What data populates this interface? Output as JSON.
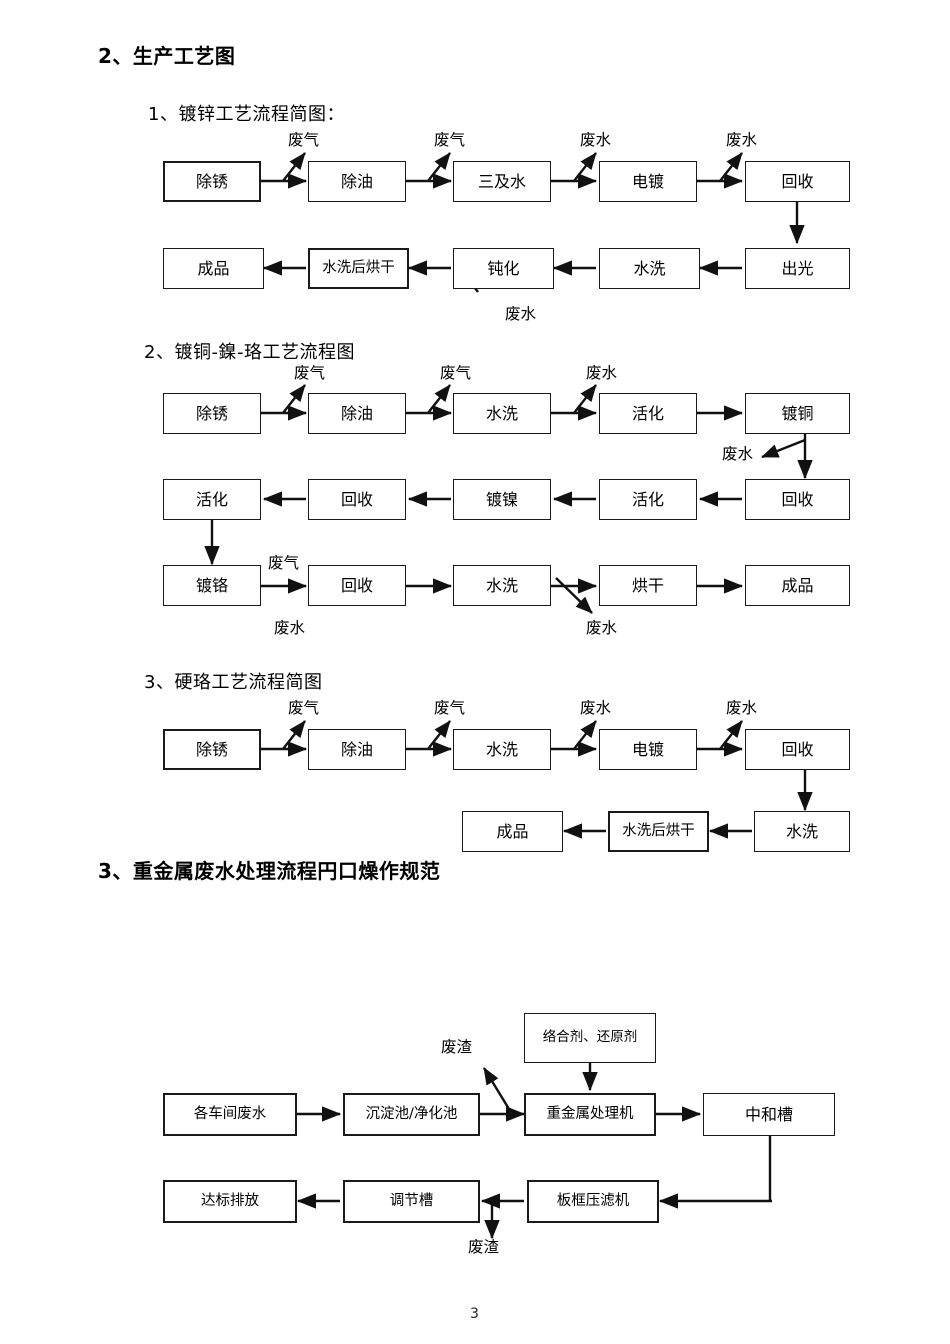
{
  "document": {
    "page_number": "3",
    "headings": {
      "section2": "2、生产工艺图",
      "section3": "3、重金属废水处理流程円口燥作规范",
      "chart1_title": "1、镀锌工艺流程简图：",
      "chart2_title": "2、镀铜-鎳-珞工艺流程图",
      "chart3_title": "3、硬珞工艺流程简图"
    }
  },
  "labels": {
    "waste_gas": "废气",
    "waste_water": "废水",
    "waste_residue": "废渣"
  },
  "chart_data": [
    {
      "type": "diagram",
      "title": "1、镀锌工艺流程简图：",
      "row1": [
        "除锈",
        "除油",
        "三及水",
        "电镀",
        "回收"
      ],
      "row1_emissions": [
        "废气",
        "废气",
        "废水",
        "废水"
      ],
      "row2": [
        "成品",
        "水洗后烘干",
        "钝化",
        "水洗",
        "出光"
      ],
      "row2_emissions": [
        "废水"
      ]
    },
    {
      "type": "diagram",
      "title": "2、镀铜-鎳-珞工艺流程图",
      "row1": [
        "除锈",
        "除油",
        "水洗",
        "活化",
        "镀铜"
      ],
      "row1_emissions": [
        "废气",
        "废气",
        "废水"
      ],
      "row1_branch": "废水",
      "row2": [
        "活化",
        "回收",
        "镀镍",
        "活化",
        "回收"
      ],
      "row3": [
        "镀铬",
        "回收",
        "水洗",
        "烘干",
        "成品"
      ],
      "row3_emissions": [
        "废气",
        "废水",
        "废水"
      ]
    },
    {
      "type": "diagram",
      "title": "3、硬珞工艺流程简图",
      "row1": [
        "除锈",
        "除油",
        "水洗",
        "电镀",
        "回收"
      ],
      "row1_emissions": [
        "废气",
        "废气",
        "废水",
        "废水"
      ],
      "row2": [
        "成品",
        "水洗后烘干",
        "水洗"
      ]
    },
    {
      "type": "diagram",
      "title": "3、重金属废水处理流程円口燥作规范",
      "reagent_box": "络合剂、还原剂",
      "row1": [
        "各车间废水",
        "沉淀池/净化池",
        "重金属处理机",
        "中和槽"
      ],
      "row1_emissions": [
        "废渣"
      ],
      "row2": [
        "达标排放",
        "调节槽",
        "板框压滤机"
      ],
      "row2_emissions": [
        "废渣"
      ]
    }
  ],
  "boxes": {
    "c1r1": {
      "b1": "除锈",
      "b2": "除油",
      "b3": "三及水",
      "b4": "电镀",
      "b5": "回收"
    },
    "c1r2": {
      "b1": "成品",
      "b2": "水洗后烘干",
      "b3": "钝化",
      "b4": "水洗",
      "b5": "出光"
    },
    "c2r1": {
      "b1": "除锈",
      "b2": "除油",
      "b3": "水洗",
      "b4": "活化",
      "b5": "镀铜"
    },
    "c2r2": {
      "b1": "活化",
      "b2": "回收",
      "b3": "镀镍",
      "b4": "活化",
      "b5": "回收"
    },
    "c2r3": {
      "b1": "镀铬",
      "b2": "回收",
      "b3": "水洗",
      "b4": "烘干",
      "b5": "成品"
    },
    "c3r1": {
      "b1": "除锈",
      "b2": "除油",
      "b3": "水洗",
      "b4": "电镀",
      "b5": "回收"
    },
    "c3r2": {
      "b1": "成品",
      "b2": "水洗后烘干",
      "b3": "水洗"
    },
    "c4": {
      "reagent": "络合剂、还原剂",
      "b1": "各车间废水",
      "b2": "沉淀池/净化池",
      "b3": "重金属处理机",
      "b4": "中和槽",
      "b5": "达标排放",
      "b6": "调节槽",
      "b7": "板框压滤机"
    }
  }
}
